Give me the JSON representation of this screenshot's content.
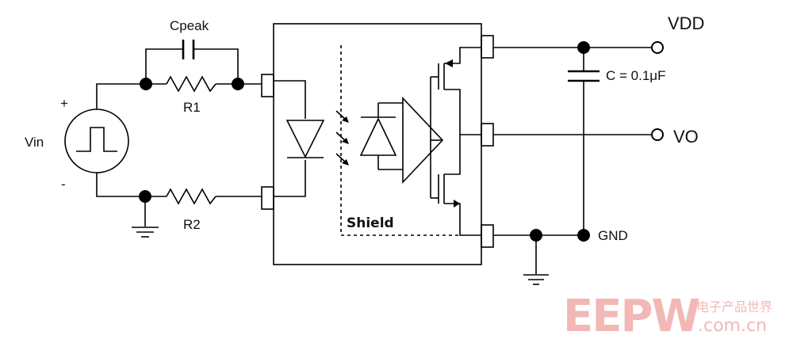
{
  "labels": {
    "cpeak": "Cpeak",
    "r1": "R1",
    "r2": "R2",
    "vin": "Vin",
    "plus": "+",
    "minus": "-",
    "shield": "Shield",
    "vdd": "VDD",
    "vo": "VO",
    "gnd": "GND",
    "cap": "C = 0.1μF"
  },
  "watermark": {
    "brand": "EEPW",
    "site": ".com.cn",
    "chinese": "电子产品世界"
  },
  "colors": {
    "line": "#000000",
    "watermark": "#f2b8b6"
  }
}
